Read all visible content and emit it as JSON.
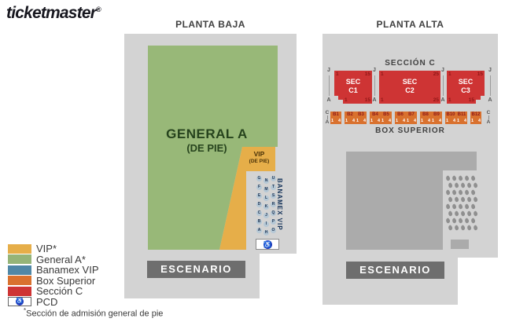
{
  "brand": {
    "name": "ticketmaster",
    "registered": "®"
  },
  "planta_baja": {
    "title": "PLANTA BAJA",
    "general_a": {
      "line1": "GENERAL A",
      "line2": "(DE PIE)"
    },
    "vip": {
      "line1": "VIP",
      "line2": "(DE PIE)"
    },
    "banamex_vip_label": "BANAMEX VIP",
    "seat_rows": [
      [
        "G",
        "N",
        "U"
      ],
      [
        "F",
        "M",
        "T"
      ],
      [
        "E",
        "L",
        "S"
      ],
      [
        "D",
        "K",
        "R"
      ],
      [
        "C",
        "J",
        "Q"
      ],
      [
        "B",
        "I",
        "P"
      ],
      [
        "A",
        "H",
        "O"
      ]
    ],
    "pcd_icon": "♿",
    "stage_label": "ESCENARIO"
  },
  "planta_alta": {
    "title": "PLANTA ALTA",
    "seccion_c_label": "SECCIÓN C",
    "sections": [
      {
        "line1": "SEC",
        "line2": "C1",
        "top_left": "1",
        "top_right": "15",
        "bottom_left": "1",
        "bottom_right": "15"
      },
      {
        "line1": "SEC",
        "line2": "C2",
        "top_left": "1",
        "top_right": "25",
        "bottom_left": "1",
        "bottom_right": "25"
      },
      {
        "line1": "SEC",
        "line2": "C3",
        "top_left": "1",
        "top_right": "15",
        "bottom_left": "1",
        "bottom_right": "15"
      }
    ],
    "row_range": {
      "top": "J",
      "bottom": "A"
    },
    "box_row_range": {
      "top": "C",
      "bottom": "A"
    },
    "boxes": [
      {
        "label": "B1",
        "seat_first": "1",
        "seat_last": "4"
      },
      {
        "label": "B2",
        "seat_first": "1",
        "seat_last": "4"
      },
      {
        "label": "B3",
        "seat_first": "1",
        "seat_last": "4"
      },
      {
        "label": "B4",
        "seat_first": "1",
        "seat_last": "4"
      },
      {
        "label": "B5",
        "seat_first": "1",
        "seat_last": "4"
      },
      {
        "label": "B6",
        "seat_first": "1",
        "seat_last": "4"
      },
      {
        "label": "B7",
        "seat_first": "1",
        "seat_last": "4"
      },
      {
        "label": "B8",
        "seat_first": "1",
        "seat_last": "4"
      },
      {
        "label": "B9",
        "seat_first": "1",
        "seat_last": "4"
      },
      {
        "label": "B10",
        "seat_first": "1",
        "seat_last": "4"
      },
      {
        "label": "B11",
        "seat_first": "1",
        "seat_last": "4"
      },
      {
        "label": "B12",
        "seat_first": "1",
        "seat_last": "4"
      }
    ],
    "box_superior_label": "BOX SUPERIOR",
    "stage_label": "ESCENARIO"
  },
  "legend": {
    "items": [
      {
        "label": "VIP*",
        "color": "#e6ae49"
      },
      {
        "label": "General A*",
        "color": "#95b478"
      },
      {
        "label": "Banamex VIP",
        "color": "#4f87a6"
      },
      {
        "label": "Box Superior",
        "color": "#d9712e"
      },
      {
        "label": "Sección C",
        "color": "#ce3434"
      },
      {
        "label": "PCD",
        "color": "#ffffff"
      }
    ],
    "footnote_asterisk": "*",
    "footnote": "Sección de admisión general de pie"
  },
  "colors": {
    "panel_gray": "#d3d3d3",
    "inner_gray": "#ababab",
    "stage_gray": "#6e6e6e",
    "pcd_blue": "#1e35c0",
    "seat_blue": "#b5c8d6"
  }
}
